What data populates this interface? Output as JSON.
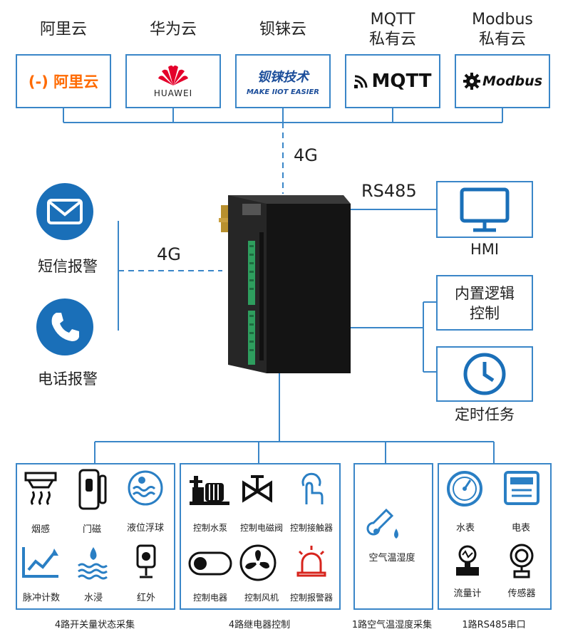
{
  "clouds": [
    {
      "label": "阿里云",
      "logo": "(-) 阿里云"
    },
    {
      "label": "华为云",
      "logo": "HUAWEI"
    },
    {
      "label": "钡铼云",
      "logo": "钡铼技术",
      "logo_sub": "MAKE IIOT EASIER"
    },
    {
      "label": "MQTT",
      "label2": "私有云",
      "logo": "MQTT"
    },
    {
      "label": "Modbus",
      "label2": "私有云",
      "logo": "Modbus"
    }
  ],
  "links": {
    "top": "4G",
    "left": "4G",
    "right": "RS485"
  },
  "alarms": [
    {
      "label": "短信报警",
      "icon": "envelope-icon"
    },
    {
      "label": "电话报警",
      "icon": "phone-icon"
    }
  ],
  "right_boxes": {
    "hmi": "HMI",
    "logic_line1": "内置逻辑",
    "logic_line2": "控制",
    "timer": "定时任务"
  },
  "groups": [
    {
      "caption": "4路开关量状态采集",
      "items": [
        "烟感",
        "门磁",
        "液位浮球",
        "脉冲计数",
        "水浸",
        "红外"
      ]
    },
    {
      "caption": "4路继电器控制",
      "items": [
        "控制水泵",
        "控制电磁阀",
        "控制接触器",
        "控制电器",
        "控制风机",
        "控制报警器"
      ]
    },
    {
      "caption": "1路空气温湿度采集",
      "items": [
        "空气温湿度"
      ]
    },
    {
      "caption": "1路RS485串口",
      "items": [
        "水表",
        "电表",
        "流量计",
        "传感器"
      ]
    }
  ],
  "colors": {
    "accent": "#3a86c8",
    "circle": "#1a6fb8",
    "device": "#1f1f1f",
    "terminal": "#2e9e5e"
  }
}
